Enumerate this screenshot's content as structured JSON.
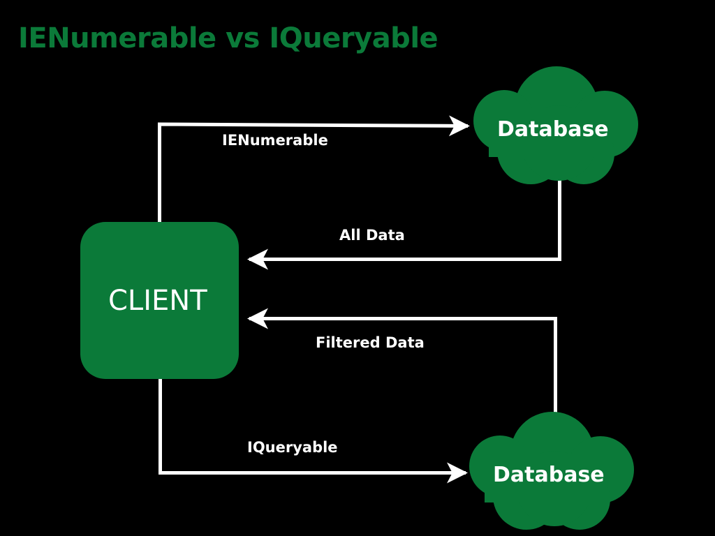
{
  "diagram": {
    "title": "IENumerable vs IQueryable",
    "background_color": "#000000",
    "accent_color": "#0B7A39",
    "line_color": "#FFFFFF",
    "type": "flow-diagram"
  },
  "nodes": {
    "client": {
      "label": "CLIENT",
      "shape": "rounded-rectangle",
      "fill": "#0B7A39",
      "text_color": "#FFFFFF"
    },
    "database_top": {
      "label": "Database",
      "shape": "cloud",
      "fill": "#0B7A39",
      "text_color": "#FFFFFF"
    },
    "database_bottom": {
      "label": "Database",
      "shape": "cloud",
      "fill": "#0B7A39",
      "text_color": "#FFFFFF"
    }
  },
  "edges": [
    {
      "id": "ienumerable-request",
      "label": "IENumerable",
      "from": "client",
      "to": "database_top",
      "direction": "right"
    },
    {
      "id": "all-data-response",
      "label": "All Data",
      "from": "database_top",
      "to": "client",
      "direction": "left"
    },
    {
      "id": "filtered-data-response",
      "label": "Filtered Data",
      "from": "database_bottom",
      "to": "client",
      "direction": "left"
    },
    {
      "id": "iqueryable-request",
      "label": "IQueryable",
      "from": "client",
      "to": "database_bottom",
      "direction": "right"
    }
  ]
}
